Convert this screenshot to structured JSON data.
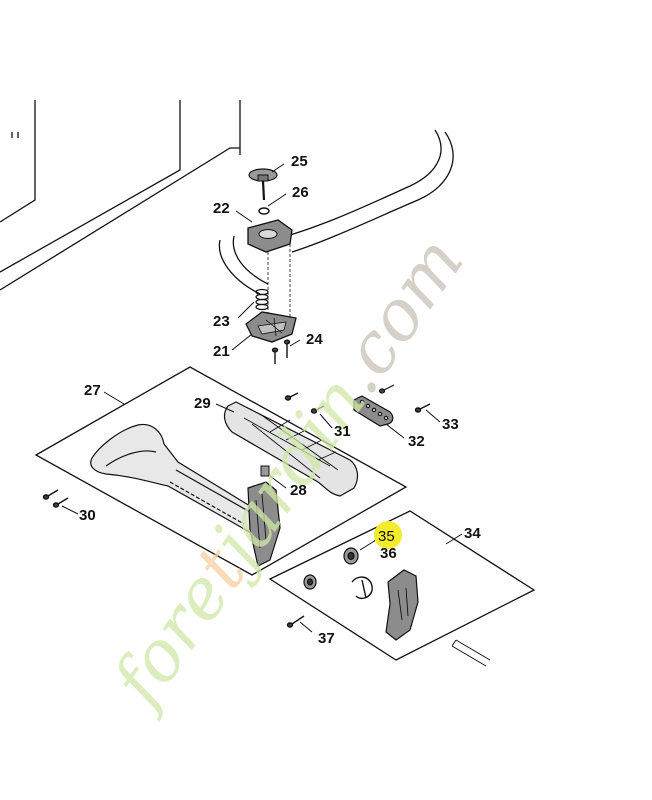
{
  "colors": {
    "line": "#111111",
    "part_fill": "#8c8c8c",
    "part_dark": "#444444",
    "highlight": "#f2ec2a",
    "watermark_green": "#cfe8a6",
    "watermark_orange": "#f7cfa1",
    "watermark_gray": "#c8c2b8"
  },
  "parts": [
    {
      "id": "p25",
      "label": "25"
    },
    {
      "id": "p26",
      "label": "26"
    },
    {
      "id": "p22",
      "label": "22"
    },
    {
      "id": "p23",
      "label": "23"
    },
    {
      "id": "p21",
      "label": "21"
    },
    {
      "id": "p24",
      "label": "24"
    },
    {
      "id": "p27",
      "label": "27"
    },
    {
      "id": "p29",
      "label": "29"
    },
    {
      "id": "p31",
      "label": "31"
    },
    {
      "id": "p32",
      "label": "32"
    },
    {
      "id": "p33",
      "label": "33"
    },
    {
      "id": "p28",
      "label": "28"
    },
    {
      "id": "p30",
      "label": "30"
    },
    {
      "id": "p34",
      "label": "34"
    },
    {
      "id": "p35",
      "label": "35",
      "highlighted": true
    },
    {
      "id": "p36",
      "label": "36"
    },
    {
      "id": "p37",
      "label": "37"
    }
  ],
  "watermark": {
    "part1": "fore",
    "part2": "t",
    "part3": "jardin",
    "part4": ".com"
  }
}
